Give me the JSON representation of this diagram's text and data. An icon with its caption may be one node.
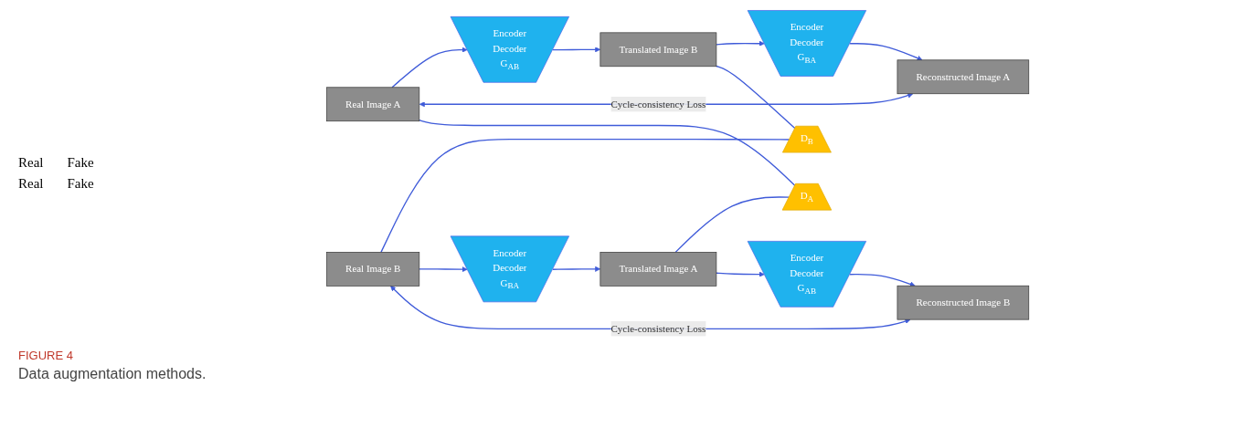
{
  "diagram": {
    "caption": "Data augmentation methods.",
    "nodes": [
      {
        "text": [
          "Real Image A"
        ]
      },
      {
        "text": [
          "Encoder",
          "Decoder",
          "G$_{AB}$"
        ]
      },
      {
        "text": [
          "Translated Image B"
        ]
      },
      {
        "text": [
          "Encoder",
          "Decoder",
          "G$_{BA}$"
        ]
      },
      {
        "text": [
          "Reconstructed Image A"
        ]
      },
      {
        "text": [
          "D$_{A}$"
        ]
      },
      {
        "text": [
          "D$_{B}$"
        ]
      },
      {
        "text": [
          "Real Image B"
        ]
      },
      {
        "text": [
          "Encoder",
          "Decoder",
          "G$_{BA}$"
        ]
      },
      {
        "text": [
          "Translated Image A"
        ]
      },
      {
        "text": [
          "Encoder",
          "Decoder",
          "G$_{AB}$"
        ]
      },
      {
        "text": [
          "Reconstructed Image B"
        ]
      }
    ],
    "edges": [
      {
        "from": 0,
        "to": 1,
        "arrow": "to"
      },
      {
        "from": 1,
        "to": 2,
        "arrow": "to"
      },
      {
        "from": 2,
        "to": 3,
        "arrow": "to"
      },
      {
        "from": 3,
        "to": 4,
        "arrow": "to"
      },
      {
        "from": 0,
        "to": 4,
        "arrow": "both",
        "label": "Cycle-consistency Loss"
      },
      {
        "from": 0,
        "to": 5,
        "arrow": "none"
      },
      {
        "from": 9,
        "to": 5,
        "arrow": "none"
      },
      {
        "from": 2,
        "to": 6,
        "arrow": "none"
      },
      {
        "from": 7,
        "to": 6,
        "arrow": "none"
      },
      {
        "from": 7,
        "to": 8,
        "arrow": "to"
      },
      {
        "from": 8,
        "to": 9,
        "arrow": "to"
      },
      {
        "from": 9,
        "to": 10,
        "arrow": "to"
      },
      {
        "from": 10,
        "to": 11,
        "arrow": "to"
      },
      {
        "from": 11,
        "to": 7,
        "arrow": "both",
        "label": "Cycle-consistency Loss"
      }
    ],
    "labels": [
      "Real",
      "Fake",
      "Real",
      "Fake",
      "FIGURE 4"
    ]
  }
}
